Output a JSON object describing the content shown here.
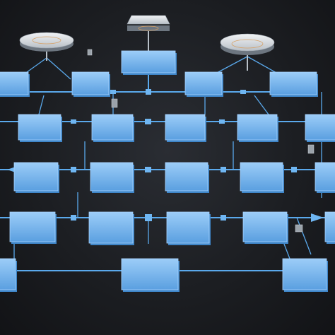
{
  "colors": {
    "background": "#1c1e22",
    "box_fill_top": "#8fc6f7",
    "box_fill_bottom": "#5a9fe0",
    "wire": "#5aa9ec",
    "label": "#1d3f63"
  },
  "platforms": [
    {
      "id": "hub-left",
      "label": ""
    },
    {
      "id": "hub-center",
      "label": ""
    },
    {
      "id": "hub-right",
      "label": ""
    }
  ],
  "rows": [
    {
      "name": "row-1",
      "nodes": [
        "",
        "",
        "",
        "",
        ""
      ]
    },
    {
      "name": "row-2",
      "nodes": [
        "",
        "",
        "",
        "",
        ""
      ]
    },
    {
      "name": "row-3",
      "nodes": [
        "",
        "",
        "",
        "",
        ""
      ]
    },
    {
      "name": "row-4",
      "nodes": [
        "",
        "",
        "",
        "",
        ""
      ]
    },
    {
      "name": "row-5",
      "nodes": [
        "",
        "",
        ""
      ]
    }
  ]
}
